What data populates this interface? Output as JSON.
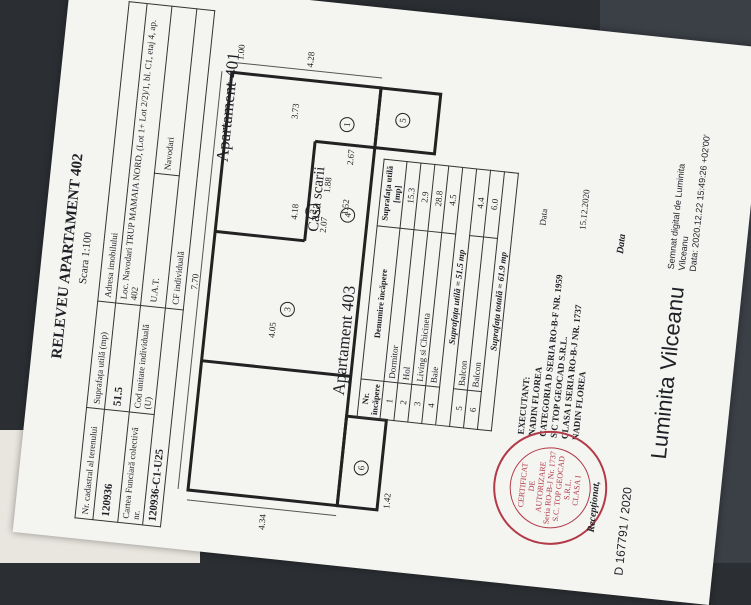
{
  "document": {
    "title": "RELEVEU APARTAMENT 402",
    "scale": "Scara 1:100",
    "header_table": {
      "r1_labels": [
        "Nr. cadastral al terenului",
        "Suprafața utilă (mp)",
        "Adresa imobilului"
      ],
      "r1_values": [
        "120936",
        "51.5",
        "Loc. Navodari TRUP MAMAIA NORD, (Lot 1+ Lot 2/2)/1, bl. C1, etaj 4, ap. 402"
      ],
      "r2_labels": [
        "Cartea Funciară colectivă nr.",
        "Cod unitate individuală (U)",
        "U.A.T.",
        "Navodari"
      ],
      "r2_values": [
        "120936-C1-U25",
        "CF individuală"
      ]
    },
    "plan": {
      "dimensions": [
        "7.70",
        "4.05",
        "4.18",
        "3.73",
        "4.28",
        "1.00",
        "2.07",
        "1.88",
        "2.67",
        "1.42",
        "4.34",
        "1.52"
      ],
      "room_numbers": [
        "1",
        "2",
        "3",
        "4",
        "5",
        "6"
      ]
    },
    "labels": {
      "ap401": "Apartament 401",
      "casa_scari": "Casa scarii",
      "ap403": "Apartament 403"
    },
    "rooms_table": {
      "headers": [
        "Nr. încăpere",
        "Denumire încăpere",
        "Suprafața utilă [mp]"
      ],
      "rows": [
        {
          "nr": "1",
          "name": "Dormitor",
          "area": "15.3"
        },
        {
          "nr": "2",
          "name": "Hol",
          "area": "2.9"
        },
        {
          "nr": "3",
          "name": "Living si Chicineta",
          "area": "28.8"
        },
        {
          "nr": "4",
          "name": "Baie",
          "area": "4.5"
        }
      ],
      "sum_useful": "Suprafața utilă = 51.5 mp",
      "balcony_rows": [
        {
          "nr": "5",
          "name": "Balcon",
          "area": "4.4"
        },
        {
          "nr": "6",
          "name": "Balcon",
          "area": "6.0"
        }
      ],
      "sum_total": "Suprafața totală = 61.9 mp"
    },
    "executant": {
      "heading": "EXECUTANT:",
      "lines": [
        "NADIN FLOREA",
        "CATEGORIA D SERIA RO-B-F NR. 1959",
        "S.C TOP GEOCAD S.R.L.",
        "CLASA I SERIA RO-B-J NR. 1737"
      ],
      "date_label": "Data",
      "date_value": "15.12.2020",
      "signer": "NADIN FLOREA"
    },
    "stamp": {
      "lines": [
        "CERTIFICAT",
        "DE",
        "AUTORIZARE",
        "Seria RO-B-J Nr. 1737",
        "S.C. TOP GEOCAD S.R.L.",
        "CLASA I"
      ]
    },
    "reception": {
      "label": "Recepționat,",
      "date_label": "Data",
      "doc_number": "D 167791 / 2020",
      "signer_name": "Luminita Vilceanu",
      "sign_meta": "Semnat digital de Luminita\nVilceanu\nData: 2020.12.22 15:49:26 +02'00'"
    }
  }
}
